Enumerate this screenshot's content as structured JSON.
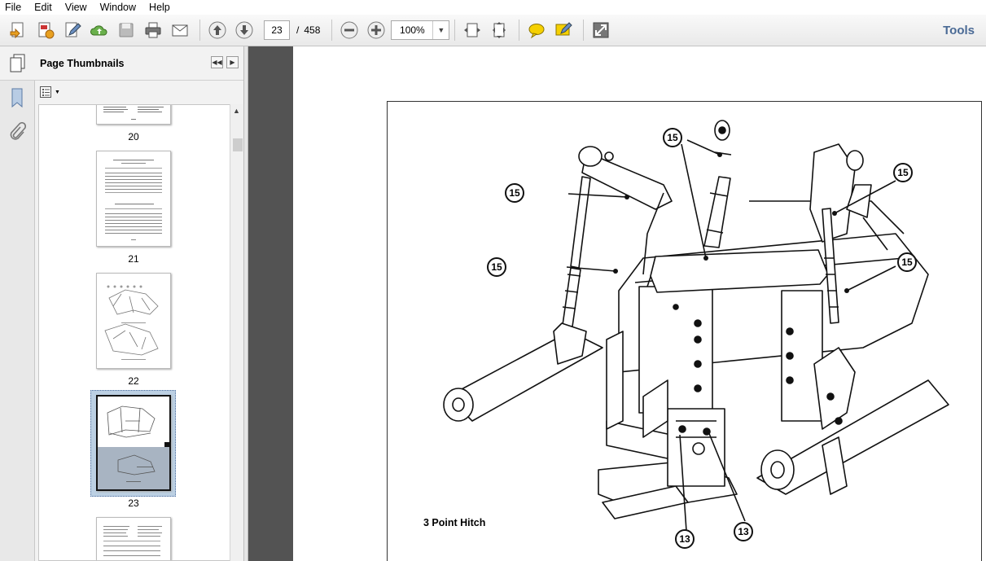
{
  "menu": [
    "File",
    "Edit",
    "View",
    "Window",
    "Help"
  ],
  "toolbar": {
    "page_current": "23",
    "page_separator": "/",
    "page_total": "458",
    "zoom": "100%",
    "tools_label": "Tools",
    "icons": [
      "create-pdf-icon",
      "export-pdf-icon",
      "edit-icon",
      "upload-cloud-icon",
      "save-icon",
      "print-icon",
      "email-icon",
      "prev-page-icon",
      "next-page-icon",
      "zoom-out-icon",
      "zoom-in-icon",
      "fit-width-icon",
      "fit-page-icon",
      "comment-icon",
      "highlight-icon",
      "fullscreen-icon"
    ]
  },
  "panel": {
    "title": "Page Thumbnails",
    "thumbnails": [
      {
        "label": "20"
      },
      {
        "label": "21"
      },
      {
        "label": "22"
      },
      {
        "label": "23"
      }
    ]
  },
  "document": {
    "caption": "3 Point Hitch",
    "callouts": [
      "15",
      "15",
      "15",
      "15",
      "15",
      "13",
      "13"
    ]
  }
}
